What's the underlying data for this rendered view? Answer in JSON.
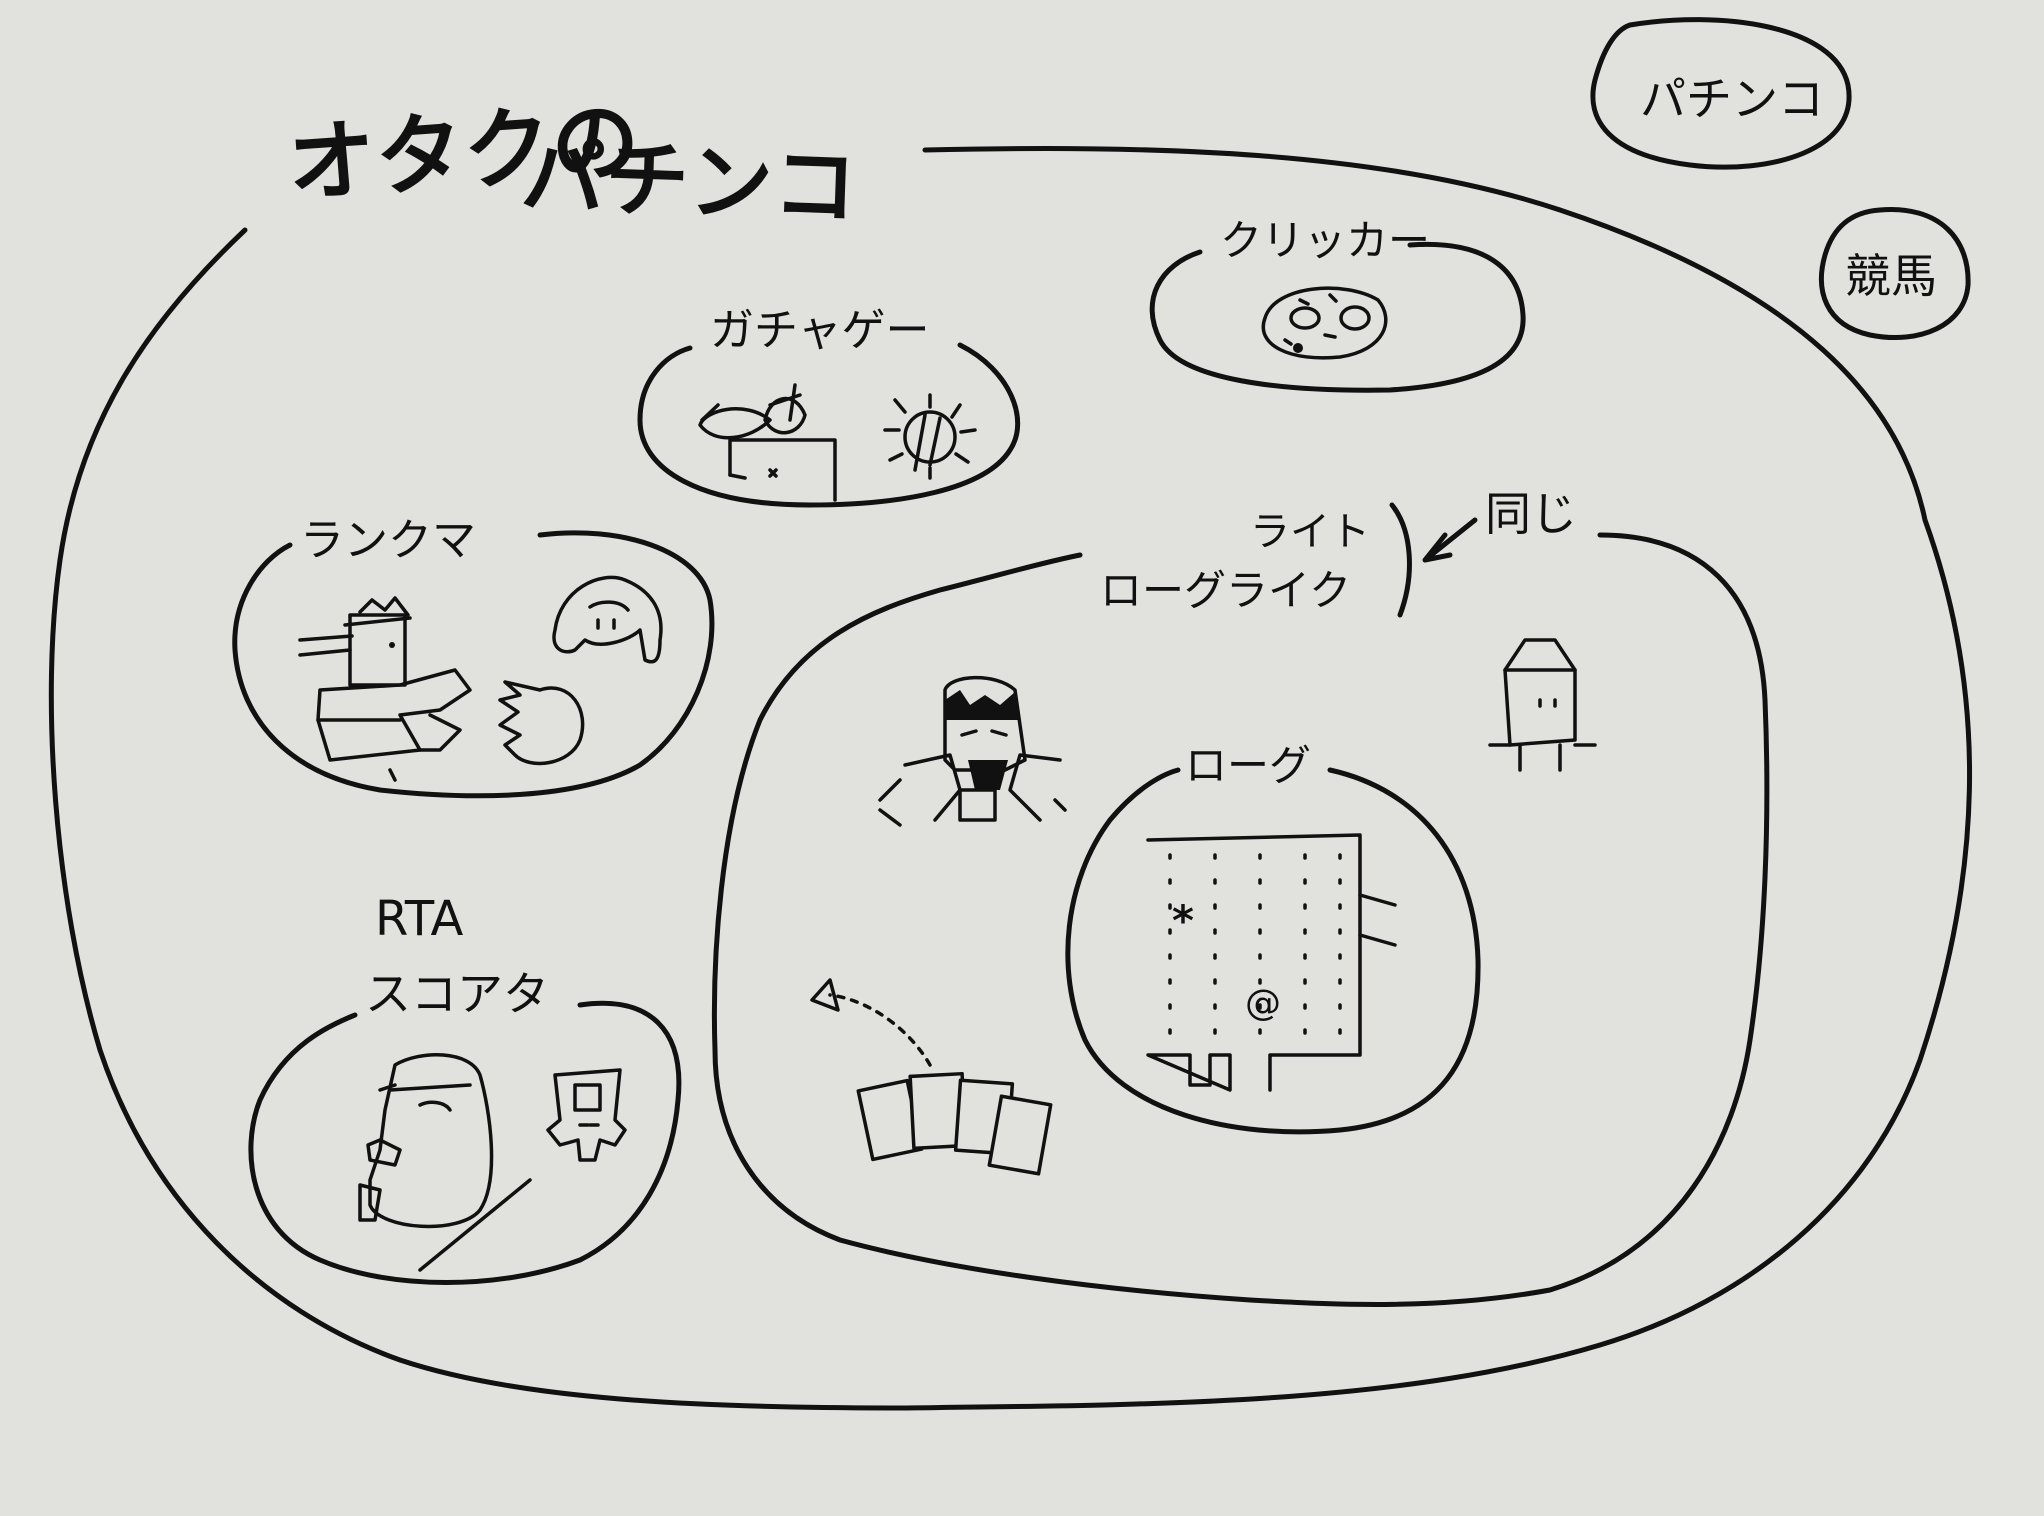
{
  "diagram": {
    "title_line1": "オタクの",
    "title_line2": "パチンコ",
    "outside": {
      "pachinko": "パチンコ",
      "keiba": "競馬"
    },
    "clusters": {
      "clicker": "クリッカー",
      "gacha": "ガチャゲー",
      "rankma": "ランクマ",
      "rta_line1": "RTA",
      "rta_line2": "スコアタ",
      "roguelite_line1": "ライト",
      "roguelite_line2": "ローグライク",
      "rogue": "ローグ",
      "same_note": "同じ"
    },
    "rogue_map_glyphs": {
      "monster": "*",
      "player": "@"
    }
  },
  "colors": {
    "background": "#e1e1dd",
    "ink": "#111111"
  }
}
